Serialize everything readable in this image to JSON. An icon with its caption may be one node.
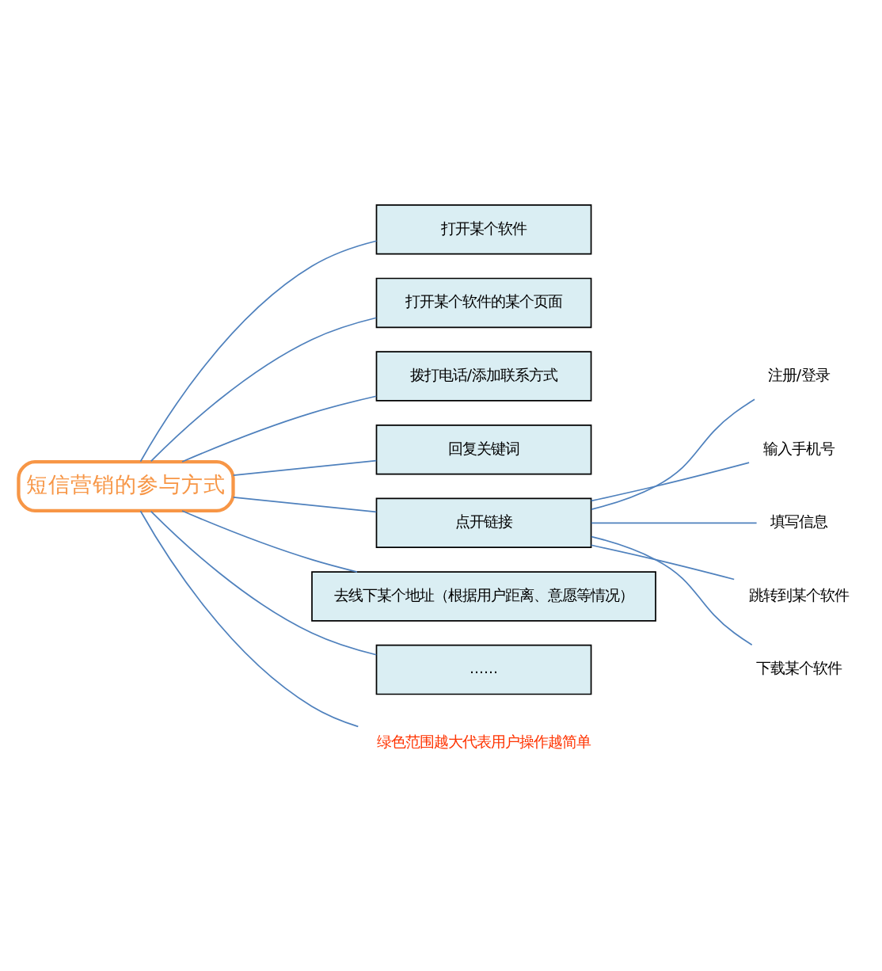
{
  "diagram": {
    "nodes": [
      {
        "text": [
          "短信营销的参与方式"
        ]
      },
      {
        "text": [
          "打开某个软件"
        ]
      },
      {
        "text": [
          "打开某个软件的某个页面"
        ]
      },
      {
        "text": [
          "拨打电话/添加联系方式"
        ]
      },
      {
        "text": [
          "回复关键词"
        ]
      },
      {
        "text": [
          "点开链接"
        ]
      },
      {
        "text": [
          "注册/登录"
        ]
      },
      {
        "text": [
          "输入手机号"
        ]
      },
      {
        "text": [
          "填写信息"
        ]
      },
      {
        "text": [
          "跳转到某个软件"
        ]
      },
      {
        "text": [
          "下载某个软件"
        ]
      },
      {
        "text": [
          "去线下某个地址（根据用户距离、意愿等情况）"
        ]
      },
      {
        "text": [
          "......"
        ]
      },
      {
        "text": [
          "绿色范围越大代表用户操作越简单"
        ]
      }
    ],
    "edges": [
      {
        "from": 0,
        "to": 1,
        "arrow": "none"
      },
      {
        "from": 0,
        "to": 2,
        "arrow": "none"
      },
      {
        "from": 0,
        "to": 3,
        "arrow": "none"
      },
      {
        "from": 0,
        "to": 4,
        "arrow": "none"
      },
      {
        "from": 0,
        "to": 5,
        "arrow": "none"
      },
      {
        "from": 5,
        "to": 6,
        "arrow": "none"
      },
      {
        "from": 5,
        "to": 7,
        "arrow": "none"
      },
      {
        "from": 5,
        "to": 8,
        "arrow": "none"
      },
      {
        "from": 5,
        "to": 9,
        "arrow": "none"
      },
      {
        "from": 5,
        "to": 10,
        "arrow": "none"
      },
      {
        "from": 0,
        "to": 11,
        "arrow": "none"
      },
      {
        "from": 0,
        "to": 12,
        "arrow": "none"
      },
      {
        "from": 0,
        "to": 13,
        "arrow": "none"
      }
    ]
  }
}
